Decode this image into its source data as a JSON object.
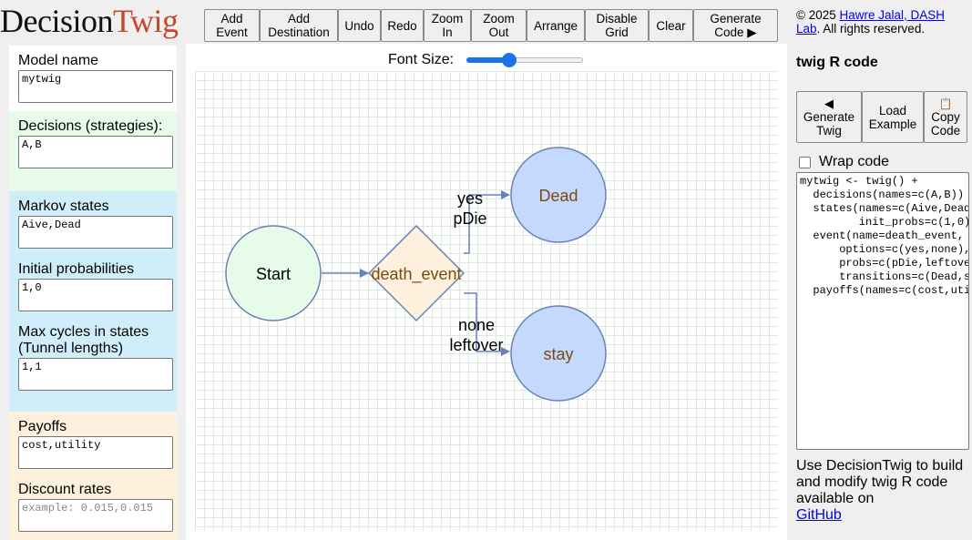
{
  "logo": {
    "part1": "Decision",
    "part2": "Twig"
  },
  "toolbar": [
    {
      "name": "add-event-button",
      "label": "Add\nEvent",
      "w": 61
    },
    {
      "name": "add-destination-button",
      "label": "Add\nDestination",
      "w": 86
    },
    {
      "name": "undo-button",
      "label": "Undo",
      "w": 47
    },
    {
      "name": "redo-button",
      "label": "Redo",
      "w": 47
    },
    {
      "name": "zoom-in-button",
      "label": "Zoom\nIn",
      "w": 52
    },
    {
      "name": "zoom-out-button",
      "label": "Zoom\nOut",
      "w": 61
    },
    {
      "name": "arrange-button",
      "label": "Arrange",
      "w": 64
    },
    {
      "name": "disable-grid-button",
      "label": "Disable\nGrid",
      "w": 70
    },
    {
      "name": "clear-button",
      "label": "Clear",
      "w": 49
    },
    {
      "name": "generate-code-button",
      "label": "Generate\nCode ▶",
      "w": 93
    }
  ],
  "left": {
    "model_name": {
      "label": "Model name",
      "value": "mytwig"
    },
    "decisions": {
      "label": "Decisions (strategies):",
      "value": "A,B"
    },
    "markov_states": {
      "label": "Markov states",
      "value": "Aive,Dead"
    },
    "initial_probs": {
      "label": "Initial probabilities",
      "value": "1,0"
    },
    "max_cycles": {
      "label": "Max cycles in states\n(Tunnel lengths)",
      "value": "1,1"
    },
    "payoffs": {
      "label": "Payoffs",
      "value": "cost,utility"
    },
    "discount": {
      "label": "Discount rates",
      "value": "",
      "placeholder": "example: 0.015,0.015"
    }
  },
  "canvas": {
    "font_size_label": "Font Size:",
    "font_size_value": 0.35,
    "nodes": {
      "start": "Start",
      "event": "death_event",
      "dead": "Dead",
      "stay": "stay"
    },
    "edges": {
      "yes_label": "yes",
      "yes_prob": "pDie",
      "none_label": "none",
      "none_prob": "leftover"
    },
    "colors": {
      "start_fill": "#e6fbe9",
      "event_fill": "#fdf0dc",
      "dest_fill": "#c5d9fc",
      "stroke": "#6b80b8",
      "event_text": "#7a4a12",
      "dest_text": "#7a4a12"
    }
  },
  "right": {
    "copyright_prefix": "© 2025 ",
    "copyright_link": "Hawre Jalal, DASH Lab",
    "copyright_suffix": ". All rights reserved.",
    "title": "twig R code",
    "generate_twig": {
      "icon": "◀",
      "label": "Generate\nTwig"
    },
    "load_example": {
      "label": "Load\nExample"
    },
    "copy_code": {
      "icon": "📋",
      "label": "Copy\nCode"
    },
    "wrap_label": "Wrap code",
    "code": "mytwig <- twig() +\n  decisions(names=c(A,B)) +\n  states(names=c(Aive,Dead),\n         init_probs=c(1,0)) +\n  event(name=death_event,\n      options=c(yes,none),\n      probs=c(pDie,leftover),\n      transitions=c(Dead,stay)) +\n  payoffs(names=c(cost,utility))",
    "info_text": "Use DecisionTwig to build and modify twig R code available on",
    "info_link": "GitHub"
  }
}
